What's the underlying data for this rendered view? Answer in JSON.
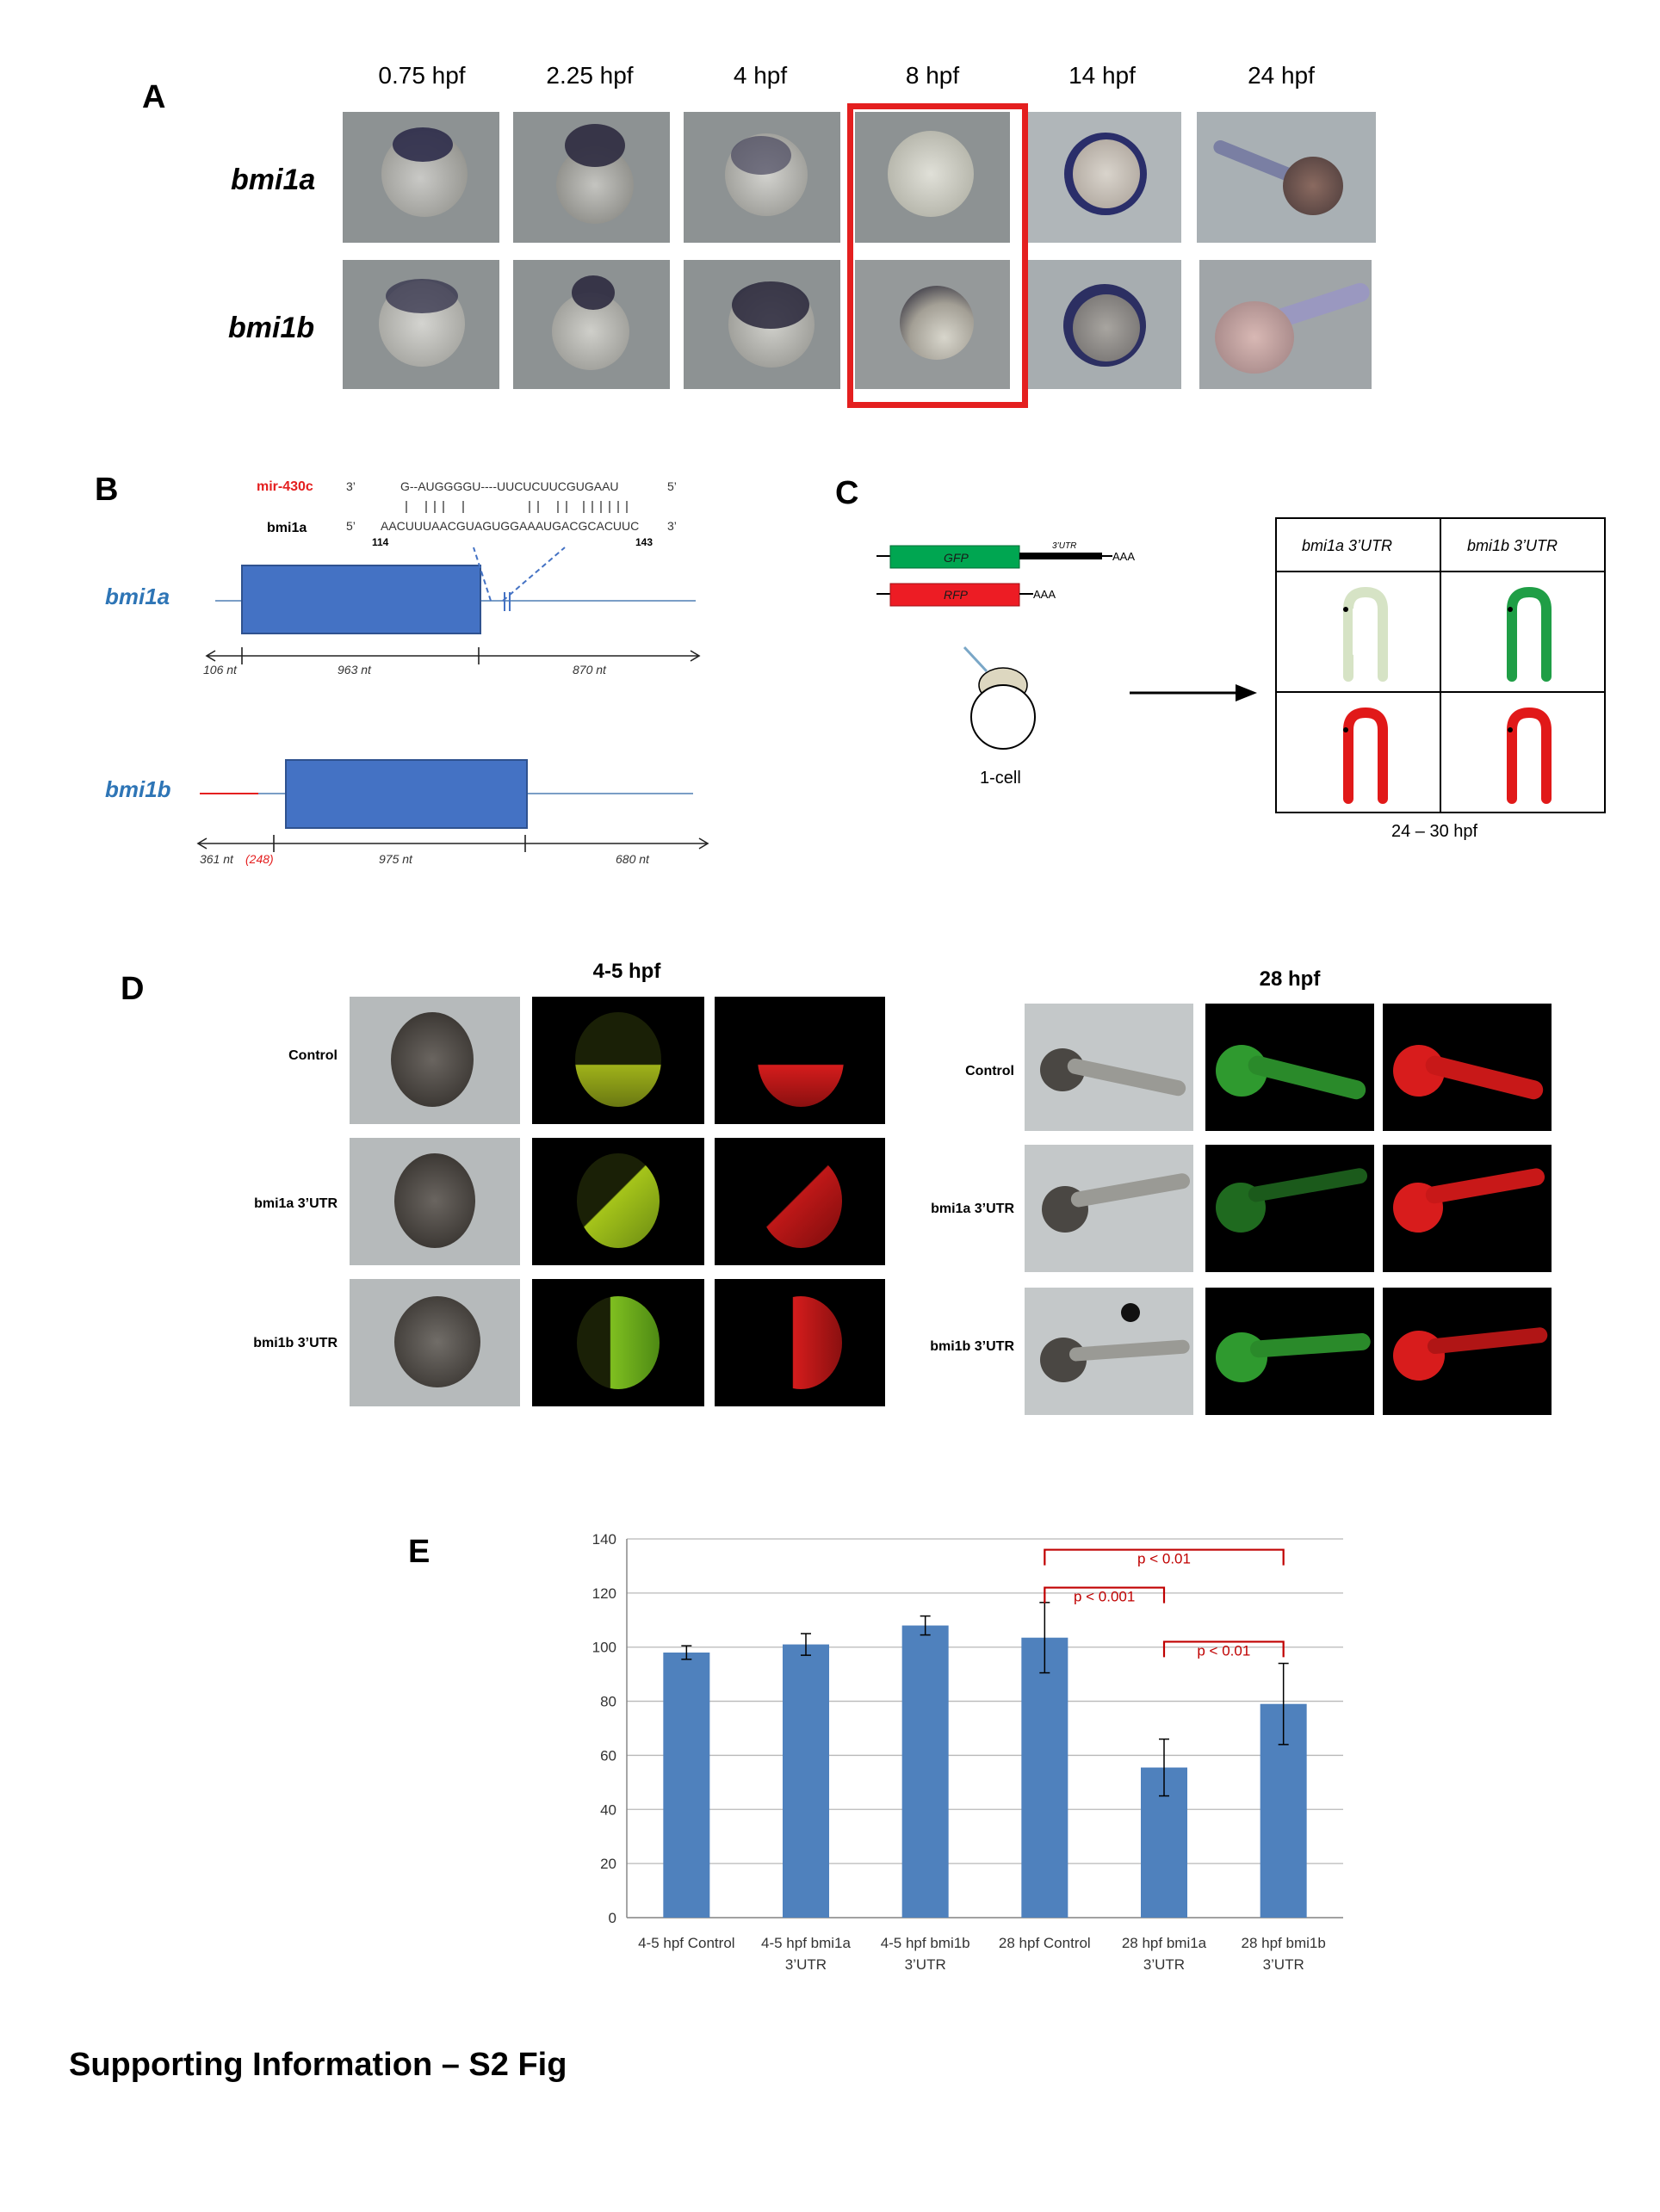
{
  "panels": {
    "a": "A",
    "b": "B",
    "c": "C",
    "d": "D",
    "e": "E"
  },
  "panel_a": {
    "timepoints": [
      "0.75 hpf",
      "2.25 hpf",
      "4 hpf",
      "8 hpf",
      "14 hpf",
      "24 hpf"
    ],
    "genes": [
      "bmi1a",
      "bmi1b"
    ],
    "highlight_color": "#e41f1f"
  },
  "panel_b": {
    "mirna_label": "mir-430c",
    "mirna_seq": "G--AUGGGGU----UUCUCUUCGUGAAU",
    "mirna_5prime_left": "3’",
    "mirna_3prime_right": "5’",
    "target_label": "bmi1a",
    "target_seq": "AACUUUAACGUAGUGGAAAUGACGCACUUC",
    "target_left": "5’",
    "target_right": "3’",
    "pos_start": "114",
    "pos_end": "143",
    "gene_a": "bmi1a",
    "gene_b": "bmi1b",
    "a_segments": [
      "106 nt",
      "963 nt",
      "870 nt"
    ],
    "b_segments": [
      "361 nt",
      "(248)",
      "975 nt",
      "680 nt"
    ],
    "box_color": "#4472c4",
    "gene_label_color": "#2e75b6"
  },
  "panel_c": {
    "gfp": "GFP",
    "rfp": "RFP",
    "utr": "3’UTR",
    "polya": "AAA",
    "stage": "1-cell",
    "col1": "bmi1a 3’UTR",
    "col2": "bmi1b 3’UTR",
    "time": "24 – 30 hpf"
  },
  "panel_d": {
    "title_left": "4-5 hpf",
    "title_right": "28 hpf",
    "rows": [
      "Control",
      "bmi1a 3’UTR",
      "bmi1b 3’UTR"
    ]
  },
  "chart_data": {
    "type": "bar",
    "categories": [
      [
        "4-5 hpf Control",
        ""
      ],
      [
        "4-5 hpf bmi1a",
        "3’UTR"
      ],
      [
        "4-5 hpf bmi1b",
        "3’UTR"
      ],
      [
        "28 hpf Control",
        ""
      ],
      [
        "28 hpf bmi1a",
        "3’UTR"
      ],
      [
        "28 hpf bmi1b",
        "3’UTR"
      ]
    ],
    "values": [
      98,
      101,
      108,
      103.5,
      55.5,
      79
    ],
    "errors": [
      2.5,
      4,
      3.5,
      13,
      10.5,
      15
    ],
    "ylim": [
      0,
      140
    ],
    "yticks": [
      0,
      20,
      40,
      60,
      80,
      100,
      120,
      140
    ],
    "grid": true,
    "bar_color": "#4f81bd",
    "annotations": [
      {
        "from": 3,
        "to": 5,
        "text": "p < 0.01",
        "y": 136
      },
      {
        "from": 3,
        "to": 4,
        "text": "p < 0.001",
        "y": 122
      },
      {
        "from": 4,
        "to": 5,
        "text": "p < 0.01",
        "y": 102
      }
    ],
    "annotation_color": "#c00000"
  },
  "caption": "Supporting Information – S2 Fig"
}
